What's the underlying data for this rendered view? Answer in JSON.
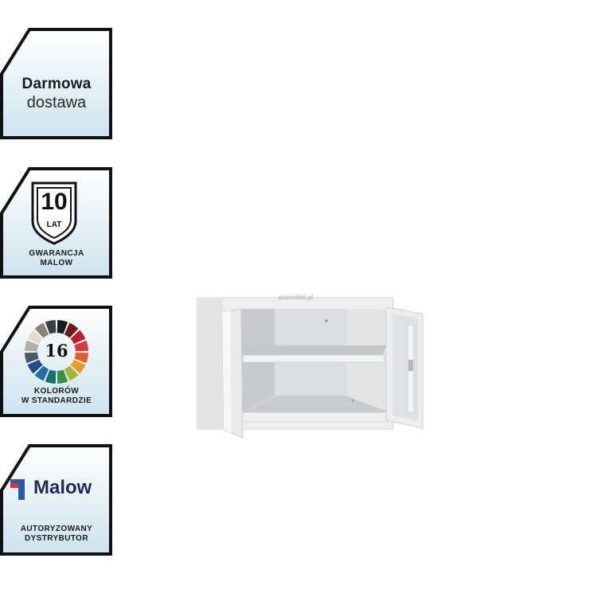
{
  "badges": {
    "delivery": {
      "line1": "Darmowa",
      "line2": "dostawa"
    },
    "warranty": {
      "number": "10",
      "unit": "LAT",
      "caption1": "GWARANCJA",
      "caption2": "MALOW"
    },
    "colors": {
      "count": "16",
      "caption1": "KOLORÓW",
      "caption2": "W STANDARDZIE",
      "palette": [
        "#1b1b1b",
        "#6b1c1c",
        "#b1252b",
        "#d9393f",
        "#e0602d",
        "#e69b2a",
        "#a7b538",
        "#3a8f47",
        "#1b6e6b",
        "#1f6fa8",
        "#1a4d8a",
        "#4a5a6a",
        "#b7ada2",
        "#e3dccf",
        "#8a8378",
        "#3e3f40"
      ]
    },
    "distributor": {
      "brand": "Malow",
      "caption1": "AUTORYZOWANY",
      "caption2": "DYSTRYBUTOR",
      "brand_color": "#1f2b57",
      "mark_colors": [
        "#e0312f",
        "#2a5ba8"
      ]
    }
  },
  "product": {
    "watermark": "pozmebel.pl",
    "body_color": "#e9eaeb"
  },
  "style": {
    "badge_border": "#111111",
    "badge_gradient_top": "#ffffff",
    "badge_gradient_bottom": "#cfe4f0"
  }
}
